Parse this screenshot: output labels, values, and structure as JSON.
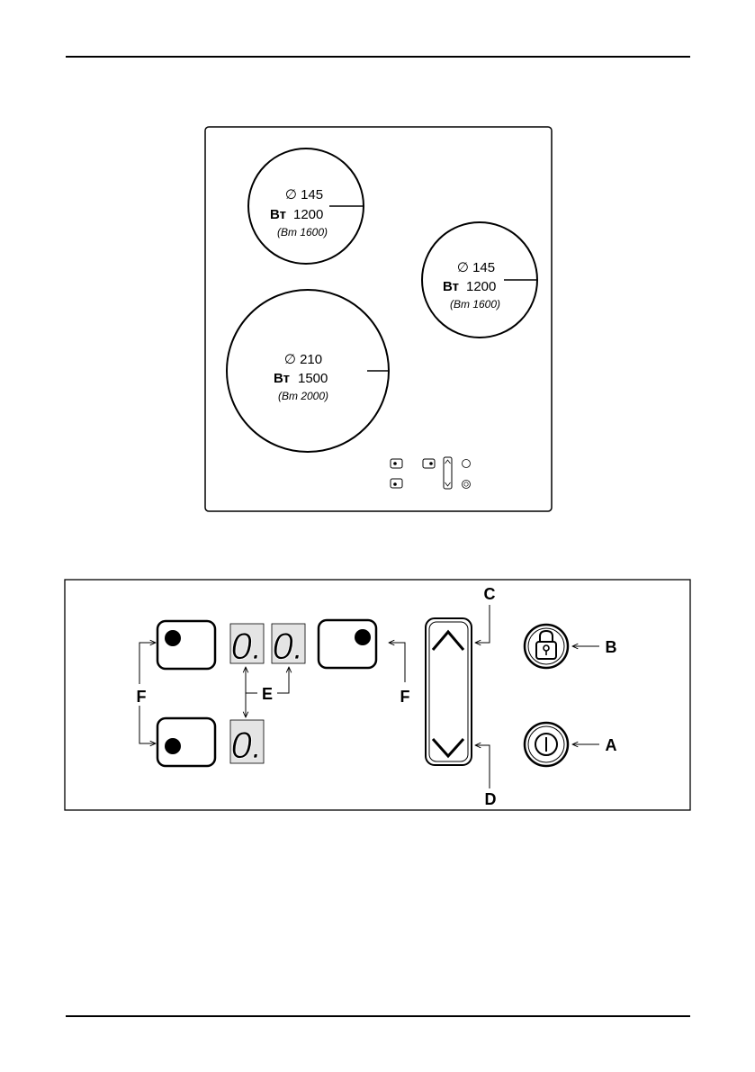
{
  "cooktop": {
    "zones": [
      {
        "diameter": "∅ 145",
        "power_unit": "Вт",
        "power_value": "1200",
        "boost": "(Вт 1600)"
      },
      {
        "diameter": "∅ 145",
        "power_unit": "Вт",
        "power_value": "1200",
        "boost": "(Вт 1600)"
      },
      {
        "diameter": "∅ 210",
        "power_unit": "Вт",
        "power_value": "1500",
        "boost": "(Вт 2000)"
      }
    ]
  },
  "panel": {
    "labels": {
      "a": "A",
      "b": "B",
      "c": "C",
      "d": "D",
      "e": "E",
      "f_left": "F",
      "f_right": "F"
    },
    "displays": [
      "0.",
      "0.",
      "0."
    ],
    "icons": [
      "lock-icon",
      "power-icon",
      "chevron-up-icon",
      "chevron-down-icon"
    ]
  }
}
